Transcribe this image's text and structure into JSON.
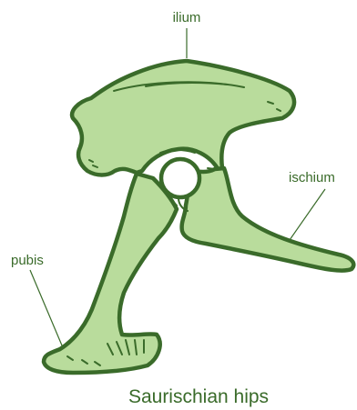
{
  "labels": {
    "ilium": "ilium",
    "ischium": "ischium",
    "pubis": "pubis"
  },
  "caption": "Saurischian hips",
  "colors": {
    "bone_fill": "#b9dc9c",
    "outline": "#3a6b2a",
    "text": "#3a6b2a"
  }
}
